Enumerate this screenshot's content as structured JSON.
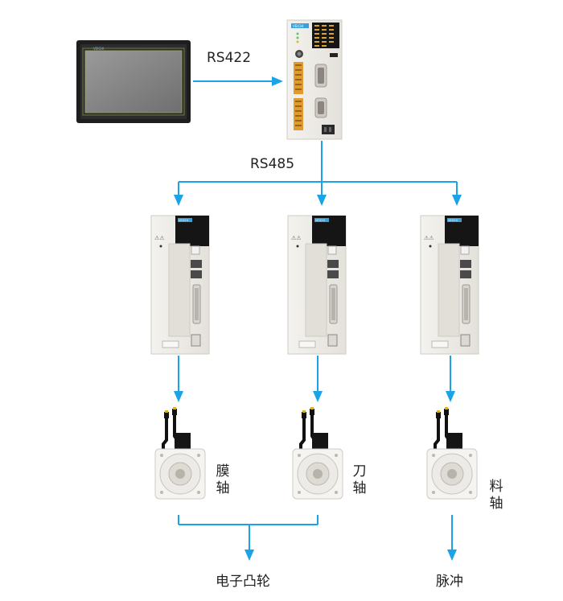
{
  "hmi": {
    "brand": "VEICHI"
  },
  "plc": {
    "brand": "VEICHI"
  },
  "links": {
    "hmi_plc": "RS422",
    "plc_drives": "RS485"
  },
  "drives": [
    {
      "brand": "VEICHI"
    },
    {
      "brand": "VEICHI"
    },
    {
      "brand": "VEICHI"
    }
  ],
  "motors": [
    {
      "label_line1": "膜",
      "label_line2": "轴"
    },
    {
      "label_line1": "刀",
      "label_line2": "轴"
    },
    {
      "label_line1": "料",
      "label_line2": "轴"
    }
  ],
  "outputs": {
    "cam": "电子凸轮",
    "pulse": "脉冲"
  },
  "colors": {
    "arrow": "#1ba3e8",
    "drive_body": "#eceae5",
    "hmi_frame": "#222222",
    "hmi_screen": "#8a8a8a"
  }
}
